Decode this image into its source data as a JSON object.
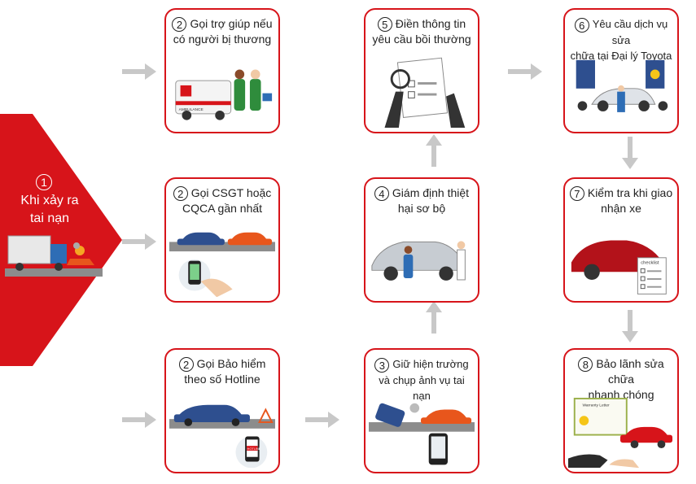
{
  "start": {
    "number": "1",
    "label_line1": "Khi xảy ra",
    "label_line2": "tai nạn"
  },
  "steps": [
    {
      "number": "2",
      "line1": "Gọi trợ giúp  nếu",
      "line2": "có người bị thương"
    },
    {
      "number": "2",
      "line1": "Gọi CSGT hoặc",
      "line2": "CQCA gần nhất"
    },
    {
      "number": "2",
      "line1": "Gọi Bảo hiểm",
      "line2": "theo số Hotline"
    },
    {
      "number": "3",
      "line1": "Giữ  hiện trường",
      "line2": "và chụp ảnh vụ tai nạn"
    },
    {
      "number": "4",
      "line1": "Giám định thiệt",
      "line2": "hại sơ bộ"
    },
    {
      "number": "5",
      "line1": "Điền thông tin",
      "line2": "yêu cầu bồi thường"
    },
    {
      "number": "6",
      "line1": "Yêu cầu dịch vụ sửa",
      "line2": "chữa tại Đại lý Toyota"
    },
    {
      "number": "7",
      "line1": "Kiểm tra khi giao",
      "line2": "nhận xe"
    },
    {
      "number": "8",
      "line1": "Bảo lãnh sửa chữa",
      "line2": "nhanh chóng"
    }
  ],
  "art_labels": {
    "ambulance": "AMBULANCE",
    "hotline": "HOTLINE",
    "checklist": "checklist",
    "warranty": "Warranty Letter"
  },
  "colors": {
    "accent": "#d7141a",
    "arrow": "#c8c8c8",
    "road": "#8c8c8c"
  }
}
